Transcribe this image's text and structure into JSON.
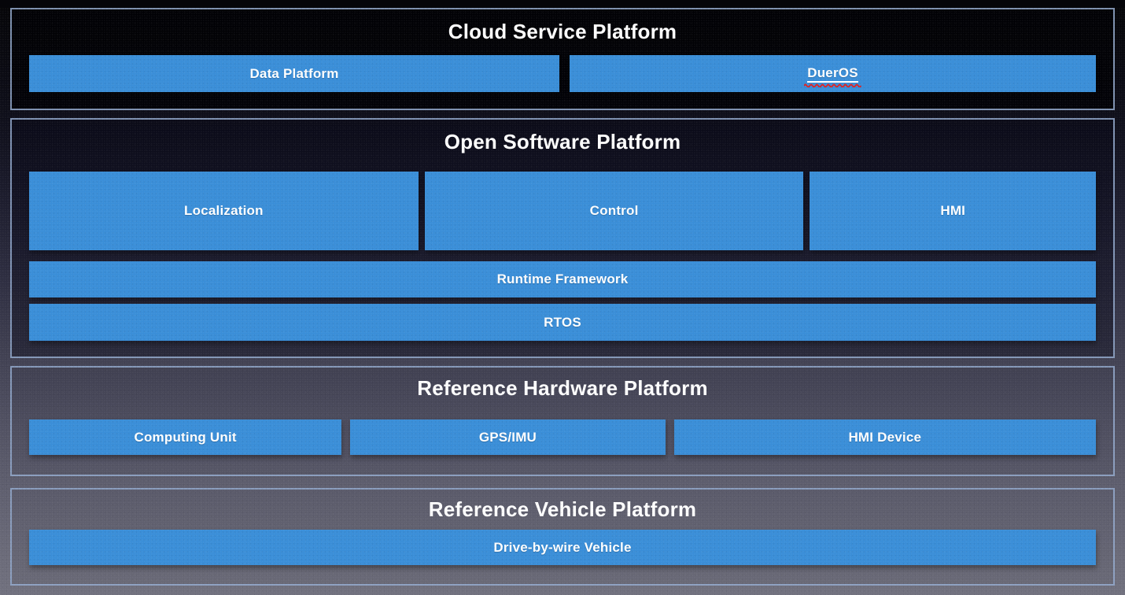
{
  "colors": {
    "box_blue": "#3A8ED8",
    "panel_border": "#94AACE",
    "title_text": "#FFFFFF",
    "box_text": "#FFFFFF",
    "squiggle_red": "#E02020",
    "background_top": "#050508",
    "background_bottom": "#72727F"
  },
  "sections": [
    {
      "title": "Cloud Service Platform",
      "rows": [
        {
          "boxes": [
            {
              "label": "Data Platform"
            },
            {
              "label": "DuerOS",
              "underlined": true,
              "spellcheck_squiggle": true
            }
          ]
        }
      ]
    },
    {
      "title": "Open Software Platform",
      "rows": [
        {
          "boxes": [
            {
              "label": "Localization"
            },
            {
              "label": "Control"
            },
            {
              "label": "HMI"
            }
          ]
        },
        {
          "boxes": [
            {
              "label": "Runtime Framework"
            }
          ]
        },
        {
          "boxes": [
            {
              "label": "RTOS"
            }
          ]
        }
      ]
    },
    {
      "title": "Reference Hardware Platform",
      "rows": [
        {
          "boxes": [
            {
              "label": "Computing Unit"
            },
            {
              "label": "GPS/IMU"
            },
            {
              "label": "HMI Device"
            }
          ]
        }
      ]
    },
    {
      "title": "Reference Vehicle Platform",
      "rows": [
        {
          "boxes": [
            {
              "label": "Drive-by-wire Vehicle"
            }
          ]
        }
      ]
    }
  ]
}
